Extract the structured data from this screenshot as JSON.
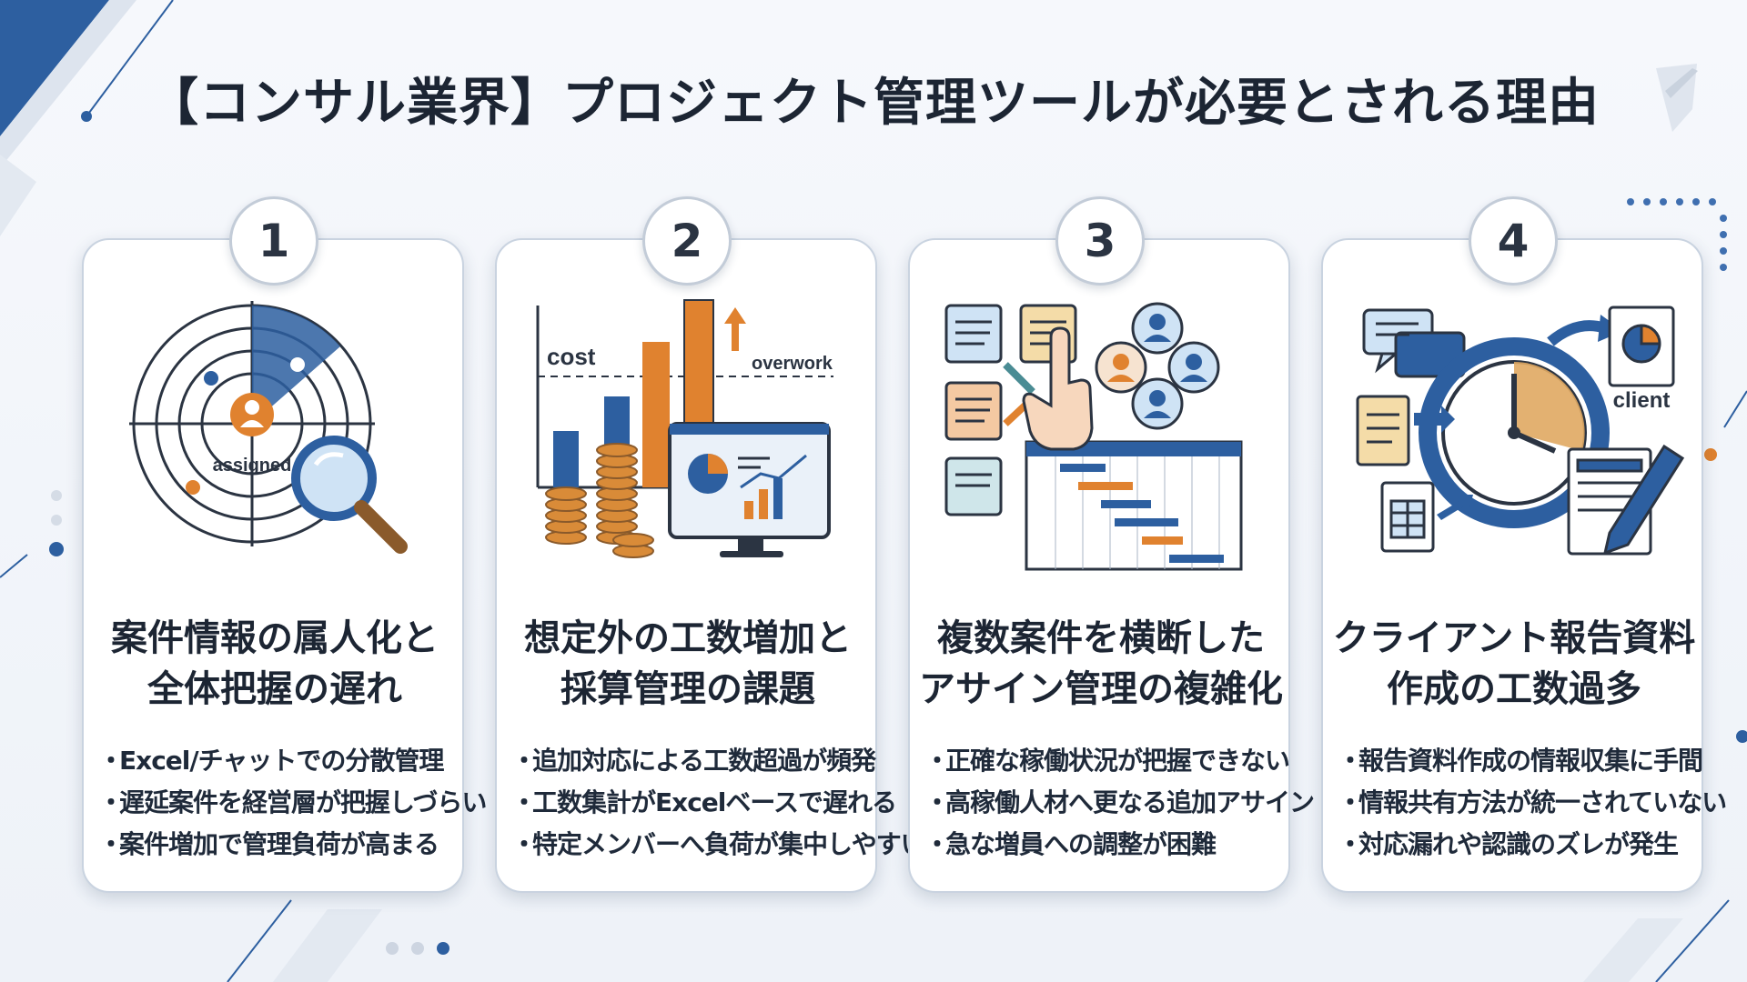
{
  "title": "【コンサル業界】プロジェクト管理ツールが必要とされる理由",
  "colors": {
    "blue": "#2d5fa0",
    "orange": "#e0822f",
    "navy": "#1c2533"
  },
  "cards": [
    {
      "number": "1",
      "heading": [
        "案件情報の属人化と",
        "全体把握の遅れ"
      ],
      "bullets": [
        "Excel/チャットでの分散管理",
        "遅延案件を経営層が把握しづらい",
        "案件増加で管理負荷が高まる"
      ],
      "illustration": {
        "icons": [
          "radar-icon",
          "person-icon",
          "magnifier-icon"
        ],
        "label": "assigned"
      }
    },
    {
      "number": "2",
      "heading": [
        "想定外の工数増加と",
        "採算管理の課題"
      ],
      "bullets": [
        "追加対応による工数超過が頻発",
        "工数集計がExcelベースで遅れる",
        "特定メンバーへ負荷が集中しやすい"
      ],
      "illustration": {
        "icons": [
          "bar-chart-icon",
          "coins-icon",
          "monitor-icon"
        ],
        "label_left": "cost",
        "label_right": "overwork"
      }
    },
    {
      "number": "3",
      "heading": [
        "複数案件を横断した",
        "アサイン管理の複雑化"
      ],
      "bullets": [
        "正確な稼働状況が把握できない",
        "高稼働人材へ更なる追加アサイン",
        "急な増員への調整が困難"
      ],
      "illustration": {
        "icons": [
          "document-icon",
          "hand-pointer-icon",
          "team-icon",
          "gantt-icon"
        ]
      }
    },
    {
      "number": "4",
      "heading": [
        "クライアント報告資料",
        "作成の工数過多"
      ],
      "bullets": [
        "報告資料作成の情報収集に手間",
        "情報共有方法が統一されていない",
        "対応漏れや認識のズレが発生"
      ],
      "illustration": {
        "icons": [
          "chat-icon",
          "clock-icon",
          "report-icon",
          "pen-icon"
        ],
        "label": "client"
      }
    }
  ],
  "pager": {
    "count": 3,
    "active": 3
  }
}
